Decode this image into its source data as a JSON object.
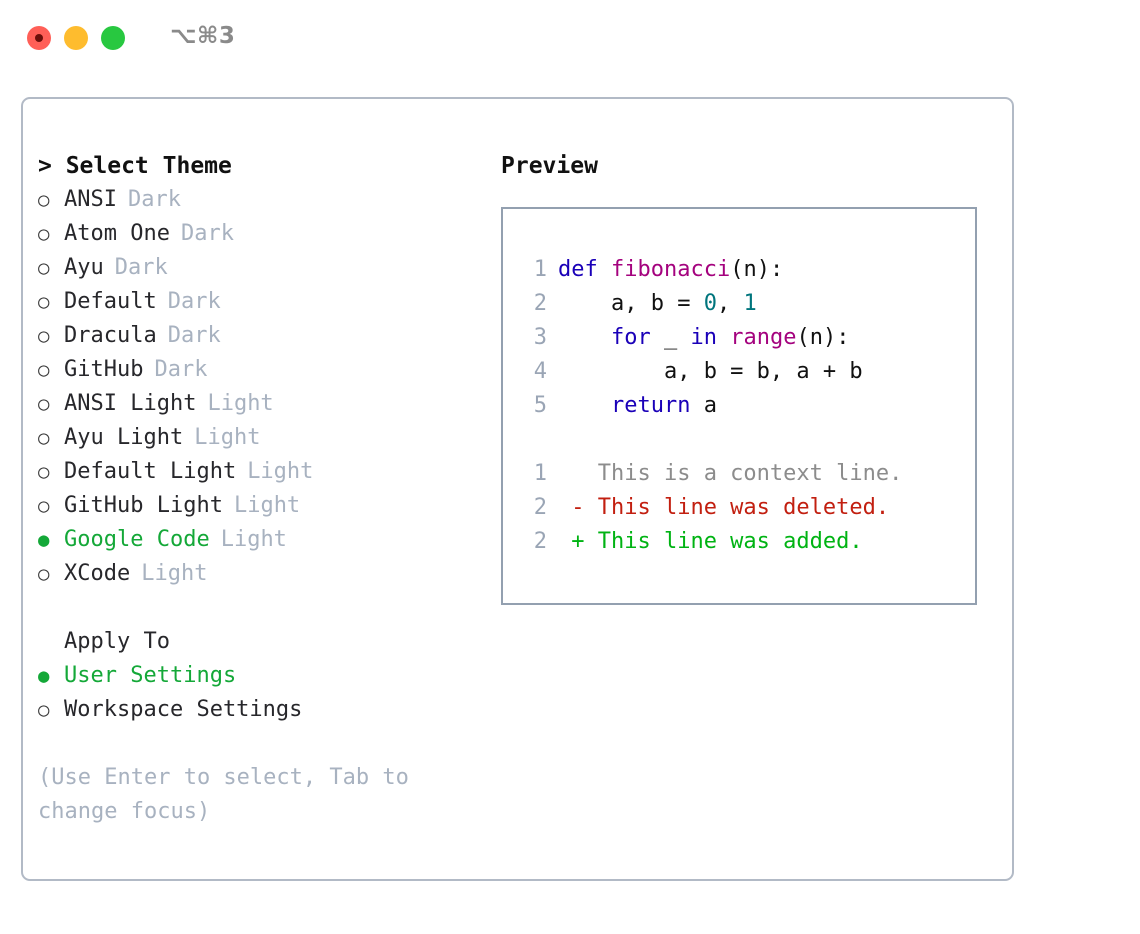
{
  "titlebar": {
    "shortcut": "⌥⌘3",
    "lights": [
      {
        "name": "close",
        "color": "#ff5f57"
      },
      {
        "name": "minimize",
        "color": "#febc2e"
      },
      {
        "name": "maximize",
        "color": "#28c840"
      }
    ]
  },
  "theme_picker": {
    "heading": "> Select Theme",
    "marker_selected": "●",
    "marker_unselected": "○",
    "options": [
      {
        "label": "ANSI",
        "badge": "Dark",
        "selected": false
      },
      {
        "label": "Atom One",
        "badge": "Dark",
        "selected": false
      },
      {
        "label": "Ayu",
        "badge": "Dark",
        "selected": false
      },
      {
        "label": "Default",
        "badge": "Dark",
        "selected": false
      },
      {
        "label": "Dracula",
        "badge": "Dark",
        "selected": false
      },
      {
        "label": "GitHub",
        "badge": "Dark",
        "selected": false
      },
      {
        "label": "ANSI Light",
        "badge": "Light",
        "selected": false
      },
      {
        "label": "Ayu Light",
        "badge": "Light",
        "selected": false
      },
      {
        "label": "Default Light",
        "badge": "Light",
        "selected": false
      },
      {
        "label": "GitHub Light",
        "badge": "Light",
        "selected": false
      },
      {
        "label": "Google Code",
        "badge": "Light",
        "selected": true
      },
      {
        "label": "XCode",
        "badge": "Light",
        "selected": false
      }
    ]
  },
  "apply_to": {
    "heading": "Apply To",
    "options": [
      {
        "label": "User Settings",
        "selected": true
      },
      {
        "label": "Workspace Settings",
        "selected": false
      }
    ]
  },
  "hint": "(Use Enter to select, Tab to change focus)",
  "preview": {
    "heading": "Preview",
    "code_lines": [
      {
        "num": "1",
        "tokens": [
          {
            "t": "def",
            "c": "kw"
          },
          {
            "t": " ",
            "c": "pln"
          },
          {
            "t": "fibonacci",
            "c": "fn"
          },
          {
            "t": "(n):",
            "c": "pln"
          }
        ]
      },
      {
        "num": "2",
        "tokens": [
          {
            "t": "    a, b = ",
            "c": "pln"
          },
          {
            "t": "0",
            "c": "num"
          },
          {
            "t": ", ",
            "c": "pln"
          },
          {
            "t": "1",
            "c": "num"
          }
        ]
      },
      {
        "num": "3",
        "tokens": [
          {
            "t": "    ",
            "c": "pln"
          },
          {
            "t": "for",
            "c": "kw"
          },
          {
            "t": " _ ",
            "c": "pln"
          },
          {
            "t": "in",
            "c": "kw"
          },
          {
            "t": " ",
            "c": "pln"
          },
          {
            "t": "range",
            "c": "fn"
          },
          {
            "t": "(n):",
            "c": "pln"
          }
        ]
      },
      {
        "num": "4",
        "tokens": [
          {
            "t": "        a, b = b, a + b",
            "c": "pln"
          }
        ]
      },
      {
        "num": "5",
        "tokens": [
          {
            "t": "    ",
            "c": "pln"
          },
          {
            "t": "return",
            "c": "kw"
          },
          {
            "t": " a",
            "c": "pln"
          }
        ]
      }
    ],
    "diff_lines": [
      {
        "num": "1",
        "sign": " ",
        "text": " This is a context line.",
        "kind": "ctx"
      },
      {
        "num": "2",
        "sign": "-",
        "text": " This line was deleted.",
        "kind": "del"
      },
      {
        "num": "2",
        "sign": "+",
        "text": " This line was added.",
        "kind": "add"
      }
    ]
  },
  "colors": {
    "accent_green": "#14a838",
    "keyword": "#1a00b8",
    "function": "#a4027e",
    "number": "#00757d",
    "plain": "#111111",
    "line_number": "#9aa5b5",
    "badge": "#a8b2c0",
    "diff_context": "#8c8c8c",
    "diff_deleted": "#c21f10",
    "diff_added": "#00b313",
    "panel_border": "#b2bac6",
    "preview_border": "#93a0b0"
  }
}
